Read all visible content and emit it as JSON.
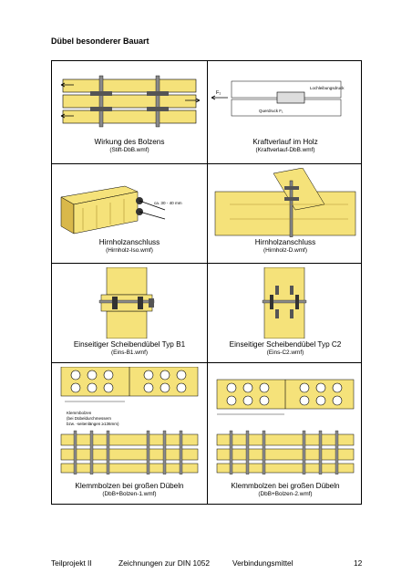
{
  "heading": "Dübel besonderer Bauart",
  "cells": [
    {
      "title": "Wirkung des Bolzens",
      "file": "(Stift-DbB.wmf)"
    },
    {
      "title": "Kraftverlauf im Holz",
      "file": "(Kraftverlauf-DbB.wmf)"
    },
    {
      "title": "Hirnholzanschluss",
      "file": "(Hirnholz-Iso.wmf)"
    },
    {
      "title": "Hirnholzanschluss",
      "file": "(Hirnholz-D.wmf)"
    },
    {
      "title": "Einseitiger Scheibendübel Typ B1",
      "file": "(Eins-B1.wmf)"
    },
    {
      "title": "Einseitiger Scheibendübel Typ C2",
      "file": "(Eins-C2.wmf)"
    },
    {
      "title": "Klemmbolzen bei großen Dübeln",
      "file": "(DbB+Bolzen-1.wmf)"
    },
    {
      "title": "Klemmbolzen bei großen Dübeln",
      "file": "(DbB+Bolzen-2.wmf)"
    }
  ],
  "drawing_labels": {
    "f1": "F₁",
    "lochleibung": "Lochleibungsdruck",
    "querdruck": "Querdruck F₁",
    "dim_3040": "ca. 30 - 40 mm",
    "klemm_1": "Klemmbolzen",
    "klemm_2": "(bei Dübeldurchmessern",
    "klemm_3": "bzw. -seitenlängen ≥136mm)"
  },
  "footer": {
    "project": "Teilprojekt II",
    "subject": "Zeichnungen zur DIN 1052",
    "topic": "Verbindungsmittel",
    "page": "12"
  },
  "colors": {
    "wood": "#f5e27a",
    "wood_dark": "#d9b84a",
    "steel": "#8a8a8a",
    "line": "#000000"
  }
}
